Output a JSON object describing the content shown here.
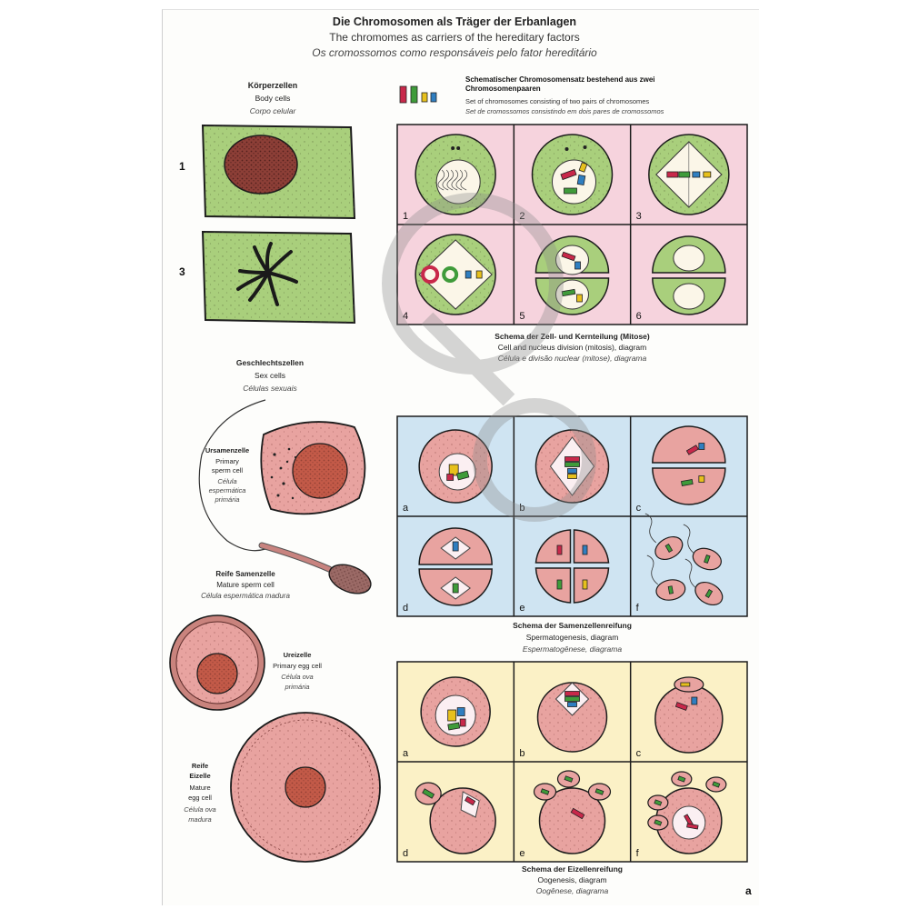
{
  "title": {
    "de": "Die Chromosomen als Träger der Erbanlagen",
    "en": "The chromomes as carriers of the hereditary factors",
    "pt": "Os cromossomos como responsáveis pelo fator hereditário"
  },
  "body_cells": {
    "de": "Körperzellen",
    "en": "Body cells",
    "pt": "Corpo celular",
    "number_1": "1",
    "number_3": "3"
  },
  "chromosome_set": {
    "de": "Schematischer Chromosomensatz bestehend aus zwei Chromosomenpaaren",
    "en": "Set of chromosomes consisting of two pairs of chromosomes",
    "pt": "Set de cromossomos consistindo em dois pares de cromossomos"
  },
  "mitosis": {
    "labels": [
      "1",
      "2",
      "3",
      "4",
      "5",
      "6"
    ],
    "de": "Schema der Zell- und Kernteilung (Mitose)",
    "en": "Cell and nucleus division (mitosis), diagram",
    "pt": "Célula e divisão nuclear (mitose), diagrama"
  },
  "sex_cells": {
    "de": "Geschlechtszellen",
    "en": "Sex cells",
    "pt": "Células sexuais"
  },
  "primary_sperm": {
    "de": "Ursamenzelle",
    "en1": "Primary",
    "en2": "sperm cell",
    "pt1": "Célula",
    "pt2": "espermática",
    "pt3": "primária"
  },
  "mature_sperm": {
    "de": "Reife Samenzelle",
    "en": "Mature sperm cell",
    "pt": "Célula espermática madura"
  },
  "spermatogenesis": {
    "labels": [
      "a",
      "b",
      "c",
      "d",
      "e",
      "f"
    ],
    "de": "Schema der Samenzellenreifung",
    "en": "Spermatogenesis, diagram",
    "pt": "Espermatogênese, diagrama"
  },
  "primary_egg": {
    "de": "Ureizelle",
    "en": "Primary egg cell",
    "pt1": "Célula ova",
    "pt2": "primária"
  },
  "mature_egg": {
    "de1": "Reife",
    "de2": "Eizelle",
    "en1": "Mature",
    "en2": "egg cell",
    "pt1": "Célula ova",
    "pt2": "madura"
  },
  "oogenesis": {
    "labels": [
      "a",
      "b",
      "c",
      "d",
      "e",
      "f"
    ],
    "de": "Schema der Eizellenreifung",
    "en": "Oogenesis, diagram",
    "pt": "Oogênese, diagrama"
  },
  "corner_mark": "a",
  "colors": {
    "green_cell": "#a9cf7c",
    "pink_cell": "#e8a3a0",
    "nucleus": "#b85a50",
    "mitosis_bg": "#f6d3dd",
    "sperm_bg": "#cfe4f2",
    "oo_bg": "#fbf1c6",
    "chrom_red": "#c8284a",
    "chrom_green": "#3f9b3a",
    "chrom_yellow": "#e7c01c",
    "chrom_blue": "#2f7ec0"
  }
}
